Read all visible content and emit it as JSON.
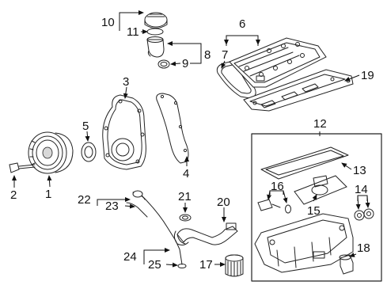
{
  "diagram": {
    "callouts": {
      "c1": "1",
      "c2": "2",
      "c3": "3",
      "c4": "4",
      "c5": "5",
      "c6": "6",
      "c7": "7",
      "c8": "8",
      "c9": "9",
      "c10": "10",
      "c11": "11",
      "c12": "12",
      "c13": "13",
      "c14": "14",
      "c15": "15",
      "c16": "16",
      "c17": "17",
      "c18": "18",
      "c19": "19",
      "c20": "20",
      "c21": "21",
      "c22": "22",
      "c23": "23",
      "c24": "24",
      "c25": "25"
    },
    "colors": {
      "line": "#222222",
      "background": "#ffffff",
      "shade": "#d8d8d8"
    }
  }
}
